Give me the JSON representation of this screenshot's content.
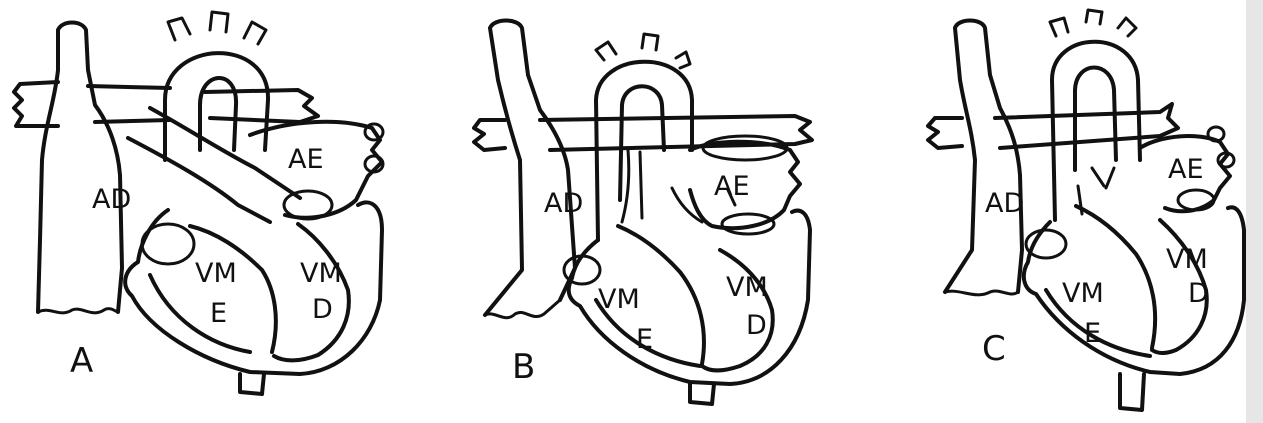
{
  "figure": {
    "panels": [
      {
        "id": "A",
        "label": "A",
        "chambers": {
          "right_atrium": "AD",
          "left_atrium": "AE",
          "left_ventricle": [
            "VM",
            "E"
          ],
          "right_ventricle": [
            "VM",
            "D"
          ]
        }
      },
      {
        "id": "B",
        "label": "B",
        "chambers": {
          "right_atrium": "AD",
          "left_atrium": "AE",
          "left_ventricle": [
            "VM",
            "E"
          ],
          "right_ventricle": [
            "VM",
            "D"
          ]
        }
      },
      {
        "id": "C",
        "label": "C",
        "chambers": {
          "right_atrium": "AD",
          "left_atrium": "AE",
          "left_ventricle": [
            "VM",
            "E"
          ],
          "right_ventricle": [
            "VM",
            "D"
          ]
        }
      }
    ],
    "colors": {
      "ink": "#111111",
      "background": "#ffffff"
    }
  }
}
